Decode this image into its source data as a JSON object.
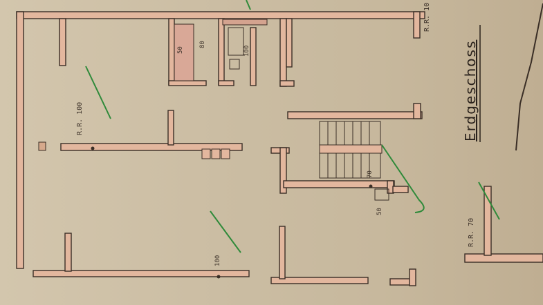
{
  "title": "Erdgeschoss",
  "labels": {
    "rr_top_right": "R.R. 10",
    "rr_left": "R.R. 100",
    "rr_lower_right": "R.R. 70",
    "bath_50": "50",
    "bath_80": "80",
    "bath_100": "100",
    "stair_70": "70",
    "stair_50": "50",
    "room_100": "100"
  },
  "colors": {
    "paper": "#cdbfa6",
    "wall_fill": "#e3b79e",
    "wall_line": "#3a2e26",
    "green_marks": "#2f8a3a"
  }
}
